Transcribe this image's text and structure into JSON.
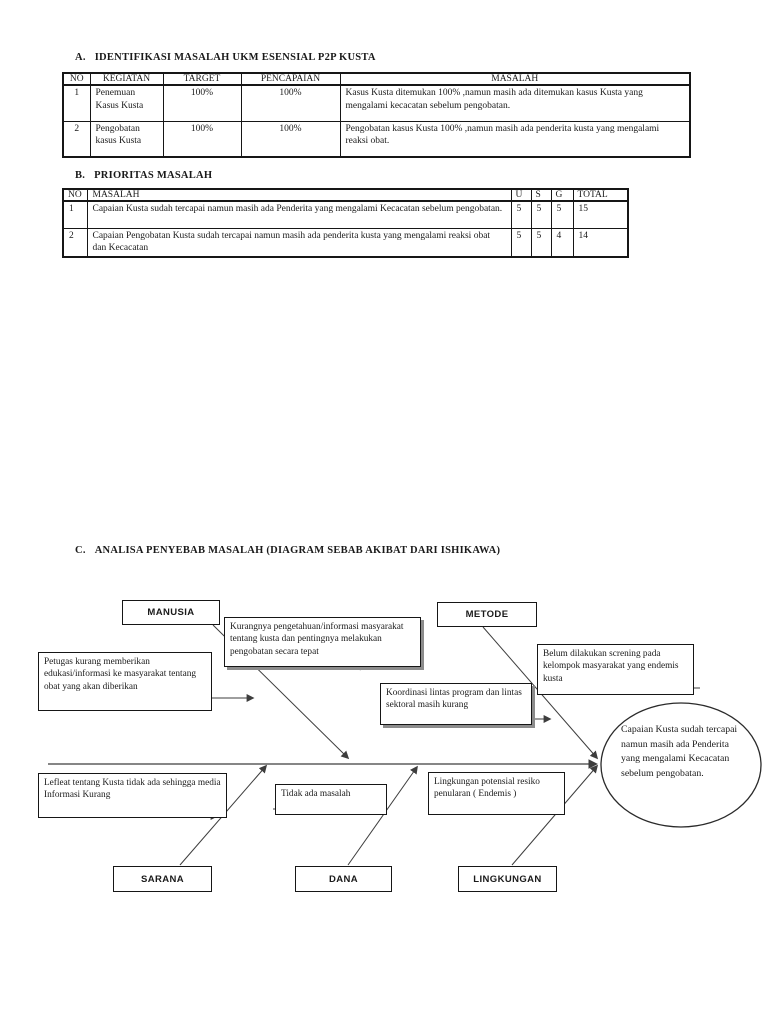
{
  "section_a": {
    "label": "A.",
    "title": "IDENTIFIKASI MASALAH UKM ESENSIAL P2P KUSTA"
  },
  "table_a": {
    "col_no": "NO",
    "col_kegiatan": "KEGIATAN",
    "col_target": "TARGET",
    "col_pencapaian": "PENCAPAIAN",
    "col_masalah": "MASALAH",
    "rows": [
      {
        "no": "1",
        "kegiatan": "Penemuan Kasus Kusta",
        "target": "100%",
        "pencapaian": "100%",
        "masalah": "Kasus Kusta ditemukan 100% ,namun masih ada ditemukan kasus Kusta yang mengalami kecacatan sebelum pengobatan."
      },
      {
        "no": "2",
        "kegiatan": "Pengobatan kasus Kusta",
        "target": "100%",
        "pencapaian": "100%",
        "masalah": "Pengobatan kasus Kusta 100% ,namun masih ada penderita kusta yang mengalami reaksi obat."
      }
    ]
  },
  "section_b": {
    "label": "B.",
    "title": "PRIORITAS MASALAH"
  },
  "table_b": {
    "col_no": "NO",
    "col_masalah": "MASALAH",
    "col_u": "U",
    "col_s": "S",
    "col_g": "G",
    "col_total": "TOTAL",
    "rows": [
      {
        "no": "1",
        "masalah": "Capaian Kusta sudah tercapai namun masih ada Penderita yang mengalami Kecacatan sebelum pengobatan.",
        "u": "5",
        "s": "5",
        "g": "5",
        "total": "15"
      },
      {
        "no": "2",
        "masalah": "Capaian Pengobatan Kusta sudah tercapai namun masih ada penderita kusta yang mengalami reaksi obat dan Kecacatan",
        "u": "5",
        "s": "5",
        "g": "4",
        "total": "14"
      }
    ]
  },
  "section_c": {
    "label": "C.",
    "title": "ANALISA PENYEBAB MASALAH (DIAGRAM SEBAB AKIBAT DARI ISHIKAWA)"
  },
  "fishbone": {
    "category_manusia": "MANUSIA",
    "category_metode": "METODE",
    "category_sarana": "SARANA",
    "category_dana": "DANA",
    "category_lingkungan": "LINGKUNGAN",
    "cause_pengetahuan": "Kurangnya pengetahuan/informasi masyarakat tentang kusta dan pentingnya melakukan pengobatan secara tepat",
    "cause_petugas": "Petugas kurang memberikan edukasi/informasi ke masyarakat tentang obat yang akan diberikan",
    "cause_screning": "Belum dilakukan screning pada kelompok masyarakat yang endemis kusta",
    "cause_koordinasi": "Koordinasi lintas program dan lintas sektoral masih kurang",
    "cause_lefleat": "Lefleat tentang Kusta tidak ada sehingga media Informasi Kurang",
    "cause_dana": "Tidak ada masalah",
    "cause_lingkungan": "Lingkungan potensial resiko penularan ( Endemis )",
    "effect": "Capaian Kusta sudah tercapai namun masih ada Penderita yang mengalami Kecacatan sebelum pengobatan."
  },
  "colors": {
    "ink": "#1a1a1a",
    "line": "#3d3d3d",
    "shadow": "#8c8c8c"
  }
}
